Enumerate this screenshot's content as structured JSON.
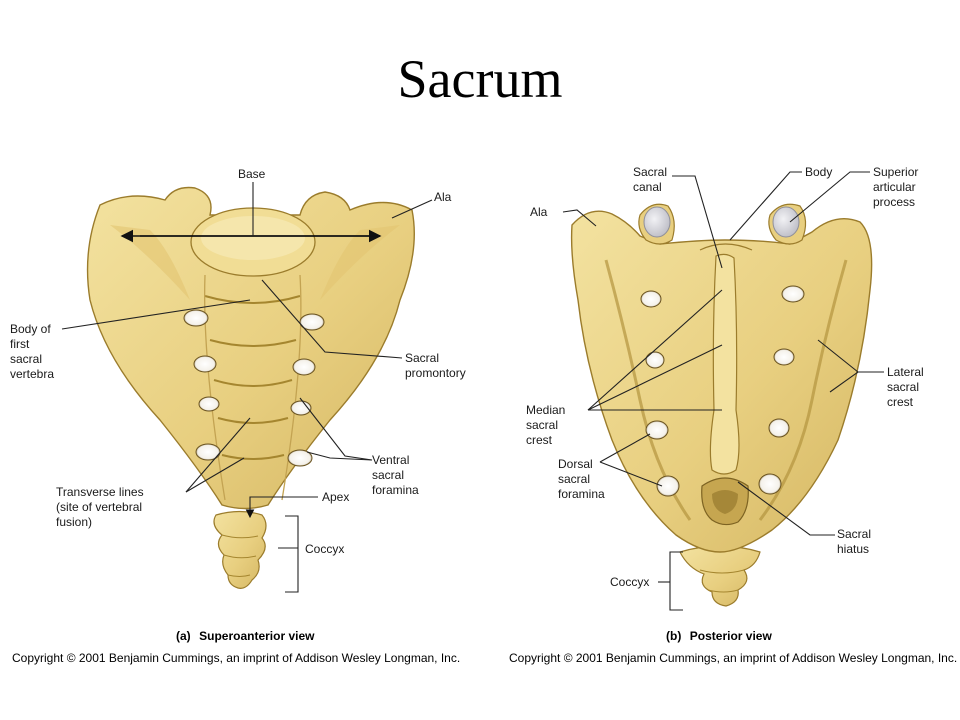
{
  "title": "Sacrum",
  "colors": {
    "bone": "#ecd58a",
    "bone_shadow": "#c9a94f",
    "bone_dark": "#8a6d25",
    "cartilage": "#d9d9df"
  },
  "left_view": {
    "caption_letter": "(a)",
    "caption": "Superoanterior view",
    "copyright": "Copyright © 2001 Benjamin Cummings, an imprint of Addison Wesley Longman, Inc.",
    "labels": {
      "base": "Base",
      "ala": "Ala",
      "body_first": [
        "Body of",
        "first",
        "sacral",
        "vertebra"
      ],
      "promontory": [
        "Sacral",
        "promontory"
      ],
      "ventral_foramina": [
        "Ventral",
        "sacral",
        "foramina"
      ],
      "transverse_lines": [
        "Transverse lines",
        "(site of vertebral",
        "fusion)"
      ],
      "apex": "Apex",
      "coccyx": "Coccyx"
    }
  },
  "right_view": {
    "caption_letter": "(b)",
    "caption": "Posterior view",
    "copyright": "Copyright © 2001 Benjamin Cummings, an imprint of Addison Wesley Longman, Inc.",
    "labels": {
      "sacral_canal": [
        "Sacral",
        "canal"
      ],
      "body": "Body",
      "superior_articular": [
        "Superior",
        "articular",
        "process"
      ],
      "ala": "Ala",
      "median_crest": [
        "Median",
        "sacral",
        "crest"
      ],
      "lateral_crest": [
        "Lateral",
        "sacral",
        "crest"
      ],
      "dorsal_foramina": [
        "Dorsal",
        "sacral",
        "foramina"
      ],
      "hiatus": [
        "Sacral",
        "hiatus"
      ],
      "coccyx": "Coccyx"
    }
  }
}
